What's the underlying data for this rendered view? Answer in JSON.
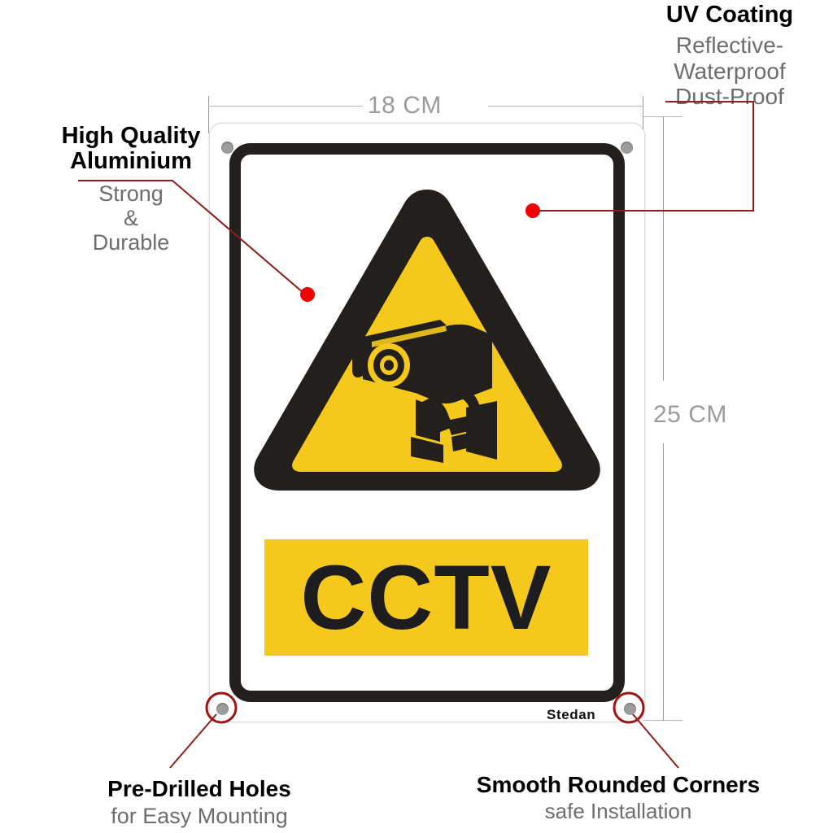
{
  "product": {
    "brand": "Stedan",
    "sign_banner_text": "CCTV",
    "sign_symbol": "cctv-camera-warning-triangle"
  },
  "dimensions": {
    "width_label": "18 CM",
    "height_label": "25 CM"
  },
  "callouts": [
    {
      "id": "uv-coating",
      "title": "UV Coating",
      "subtitle": "Reflective-\nWaterproof\nDust-Proof"
    },
    {
      "id": "high-quality-aluminium",
      "title": "High Quality\nAluminium",
      "subtitle": "Strong\n&\nDurable"
    },
    {
      "id": "pre-drilled-holes",
      "title": "Pre-Drilled Holes",
      "subtitle": "for Easy Mounting"
    },
    {
      "id": "smooth-rounded-corners",
      "title": "Smooth Rounded Corners",
      "subtitle": "safe Installation"
    }
  ],
  "colors": {
    "sign_yellow": "#F5C91B",
    "sign_black": "#231f1c",
    "leader_red": "#8e1d1d",
    "marker_red": "#f00000",
    "dimension_gray": "#9b9b9b",
    "subtitle_gray": "#6d6d6d"
  }
}
